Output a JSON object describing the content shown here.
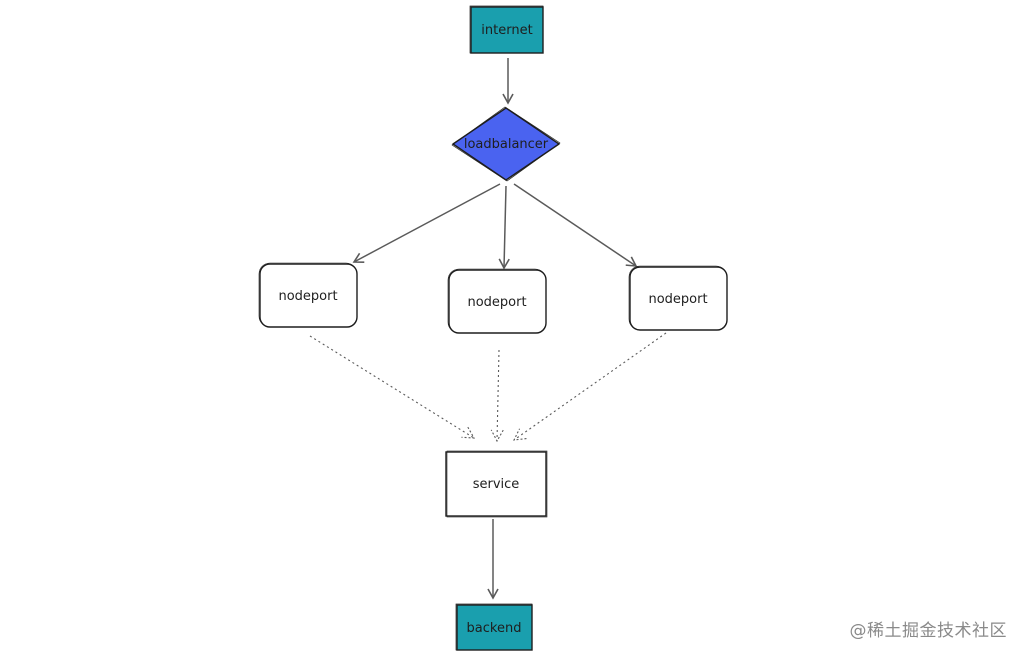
{
  "nodes": {
    "internet": "internet",
    "loadbalancer": "loadbalancer",
    "nodeport_left": "nodeport",
    "nodeport_middle": "nodeport",
    "nodeport_right": "nodeport",
    "service": "service",
    "backend": "backend"
  },
  "colors": {
    "teal_fill": "#1a9fae",
    "blue_fill": "#4a63f0",
    "stroke": "#1e1e1e",
    "edge": "#5a5a5a"
  },
  "watermark": "@稀土掘金技术社区"
}
